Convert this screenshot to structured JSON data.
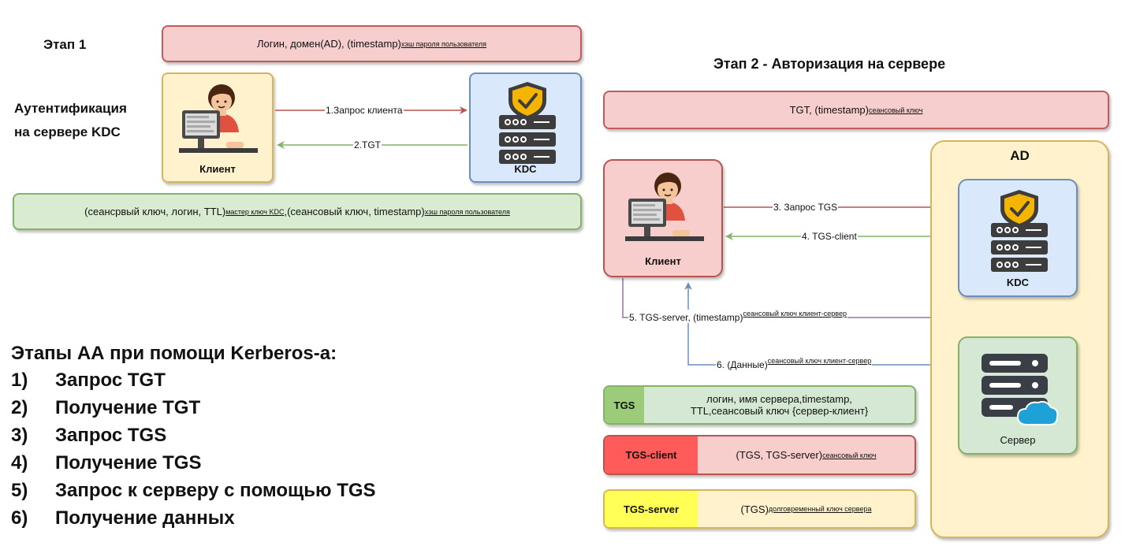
{
  "stage1": {
    "title": "Этап 1",
    "heading_line1": "Аутентификация",
    "heading_line2": "на сервере KDC",
    "top_bar": {
      "text": "Логин, домен(AD), (timestamp)",
      "sup": "хэш пароля пользователя"
    },
    "client_label": "Клиент",
    "kdc_label": "KDC",
    "arrow1": "1.Запрос клиента",
    "arrow2": "2.TGT",
    "bottom_bar": {
      "part1": "(сеансрвый ключ, логин, TTL)",
      "sup1": "мастер ключ KDC",
      "part2": ",(сеансовый ключ, timestamp)",
      "sup2": "хэш пароля пользователя"
    }
  },
  "stage2": {
    "title": "Этап 2 - Авторизация на сервере",
    "top_bar": {
      "text": "TGT, (timestamp)",
      "sup": "сеансовый ключ"
    },
    "ad_label": "AD",
    "client_label": "Клиент",
    "kdc_label": "KDC",
    "server_label": "Сервер",
    "arrow3": "3. Запрос TGS",
    "arrow4": "4. TGS-client",
    "arrow5": {
      "text": "5. TGS-server, (timestamp)",
      "sup": "сеансовый ключ клиент-сервер"
    },
    "arrow6": {
      "text": "6. (Данные)",
      "sup": "сеансовый ключ клиент-сервер"
    },
    "tgs": {
      "key": "TGS",
      "line1": "логин, имя сервера,timestamp,",
      "line2": "TTL,сеансовый ключ {сервер-клиент}"
    },
    "tgs_client": {
      "key": "TGS-client",
      "text": "(TGS, TGS-server)",
      "sup": "сеансовый ключ"
    },
    "tgs_server": {
      "key": "TGS-server",
      "text": "(TGS)",
      "sup": "долговременный ключ сервера"
    }
  },
  "steps": {
    "heading": "Этапы АА при помощи Kerberos-а:",
    "items": [
      {
        "num": "1)",
        "text": "Запрос TGT"
      },
      {
        "num": "2)",
        "text": "Получение TGT"
      },
      {
        "num": "3)",
        "text": "Запрос TGS"
      },
      {
        "num": "4)",
        "text": "Получение TGS"
      },
      {
        "num": "5)",
        "text": "Запрос к серверу с помощью TGS"
      },
      {
        "num": "6)",
        "text": "Получение данных"
      }
    ]
  },
  "colors": {
    "request_arrow": "#b85450",
    "response_arrow": "#82b366",
    "server_arrow": "#9673a6",
    "data_arrow": "#6c8ebf"
  },
  "icons": [
    "person-at-computer-icon",
    "shield-server-icon",
    "cloud-server-icon"
  ]
}
